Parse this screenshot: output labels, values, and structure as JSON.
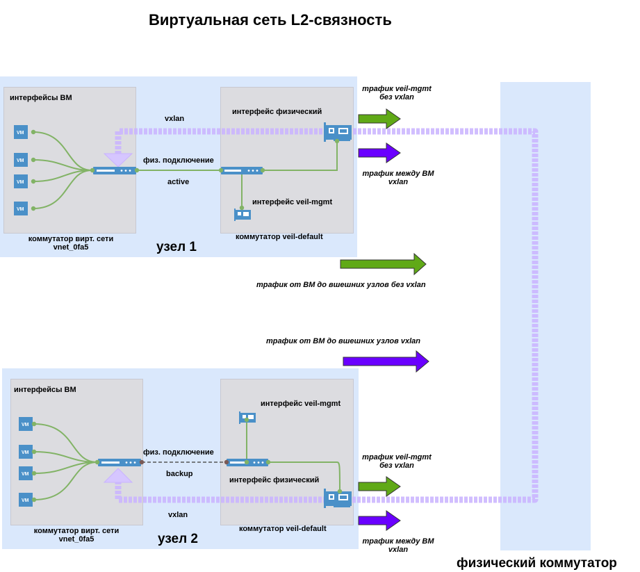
{
  "title": "Виртуальная сеть L2-связность",
  "colors": {
    "node_bg": "#dae8fc",
    "inner_box": "#dcdce0",
    "green": "#6aa832",
    "purple": "#6f00ff",
    "tunnel": "#c9b3ff",
    "device_blue": "#4a90c8"
  },
  "node1": {
    "name": "узел 1",
    "vm_interfaces_label": "интерфейсы ВМ",
    "vswitch_label_line1": "коммутатор вирт. сети",
    "vswitch_label_line2": "vnet_0fa5",
    "vxlan_label": "vxlan",
    "phys_connection_label": "физ. подключение",
    "status_label": "active",
    "phys_interface_label": "интерфейс физический",
    "mgmt_interface_label": "интерфейс veil-mgmt",
    "default_switch_label": "коммутатор veil-default",
    "vm_labels": [
      "VM",
      "VM",
      "VM",
      "VM"
    ]
  },
  "node2": {
    "name": "узел 2",
    "vm_interfaces_label": "интерфейсы ВМ",
    "vswitch_label_line1": "коммутатор вирт. сети",
    "vswitch_label_line2": "vnet_0fa5",
    "vxlan_label": "vxlan",
    "phys_connection_label": "физ. подключение",
    "status_label": "backup",
    "phys_interface_label": "интерфейс физический",
    "mgmt_interface_label": "интерфейс veil-mgmt",
    "default_switch_label": "коммутатор veil-default",
    "vm_labels": [
      "VM",
      "VM",
      "VM",
      "VM"
    ]
  },
  "traffic": {
    "mgmt_no_vxlan_line1": "трафик veil-mgmt",
    "mgmt_no_vxlan_line2": "без vxlan",
    "between_vm_line1": "трафик между ВМ",
    "between_vm_line2": "vxlan",
    "vm_external_no_vxlan": "трафик от ВМ до вшешних узлов без vxlan",
    "vm_external_vxlan": "трафик от ВМ до вшешних узлов vxlan"
  },
  "physical_switch_label": "физический коммутатор"
}
